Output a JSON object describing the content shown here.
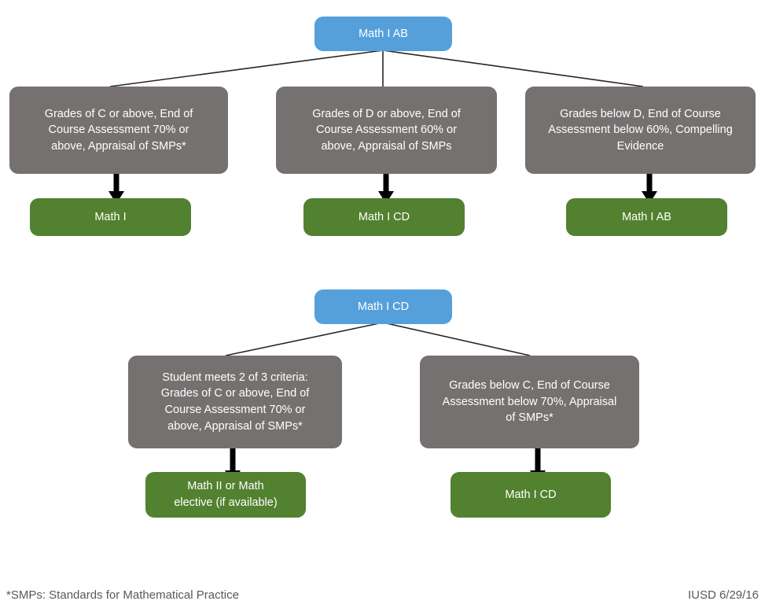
{
  "diagram": {
    "title": "Math I AB / Math I CD placement flowchart",
    "colors": {
      "blue": "#55A0DA",
      "gray": "#767171",
      "green": "#52812F",
      "edge": "#262626",
      "arrow": "#000000",
      "footnote_text": "#595959",
      "background": "#FFFFFF"
    },
    "sections": [
      {
        "id": "section-math-i-ab",
        "source": {
          "id": "source-math-i-ab",
          "label": "Math I AB",
          "type": "blue"
        },
        "branches": [
          {
            "id": "branch-1",
            "criteria": {
              "id": "criteria-c-or-above",
              "label": "Grades of C or above, End of\nCourse Assessment 70% or\nabove, Appraisal of SMPs*",
              "type": "gray"
            },
            "outcome": {
              "id": "outcome-math-i",
              "label": "Math I",
              "type": "green"
            }
          },
          {
            "id": "branch-2",
            "criteria": {
              "id": "criteria-d-or-above",
              "label": "Grades of D or above, End of\nCourse Assessment 60% or\nabove, Appraisal of SMPs",
              "type": "gray"
            },
            "outcome": {
              "id": "outcome-math-i-cd",
              "label": "Math I CD",
              "type": "green"
            }
          },
          {
            "id": "branch-3",
            "criteria": {
              "id": "criteria-below-d",
              "label": "Grades below D, End of Course\nAssessment below 60%, Compelling\nEvidence",
              "type": "gray"
            },
            "outcome": {
              "id": "outcome-math-i-ab",
              "label": "Math I AB",
              "type": "green"
            }
          }
        ]
      },
      {
        "id": "section-math-i-cd",
        "source": {
          "id": "source-math-i-cd",
          "label": "Math I CD",
          "type": "blue"
        },
        "branches": [
          {
            "id": "branch-4",
            "criteria": {
              "id": "criteria-2-of-3",
              "label": "Student meets 2 of 3 criteria:\nGrades of C or above, End of\nCourse Assessment 70% or\nabove, Appraisal of SMPs*",
              "type": "gray"
            },
            "outcome": {
              "id": "outcome-math-ii-or-elective",
              "label": "Math II or Math\nelective (if available)",
              "type": "green"
            }
          },
          {
            "id": "branch-5",
            "criteria": {
              "id": "criteria-below-c",
              "label": "Grades below C, End of Course\nAssessment below 70%, Appraisal\nof SMPs*",
              "type": "gray"
            },
            "outcome": {
              "id": "outcome-math-i-cd-2",
              "label": "Math I CD",
              "type": "green"
            }
          }
        ]
      }
    ],
    "footnotes": {
      "legend": "*SMPs: Standards for Mathematical Practice",
      "attribution": "IUSD 6/29/16"
    }
  }
}
